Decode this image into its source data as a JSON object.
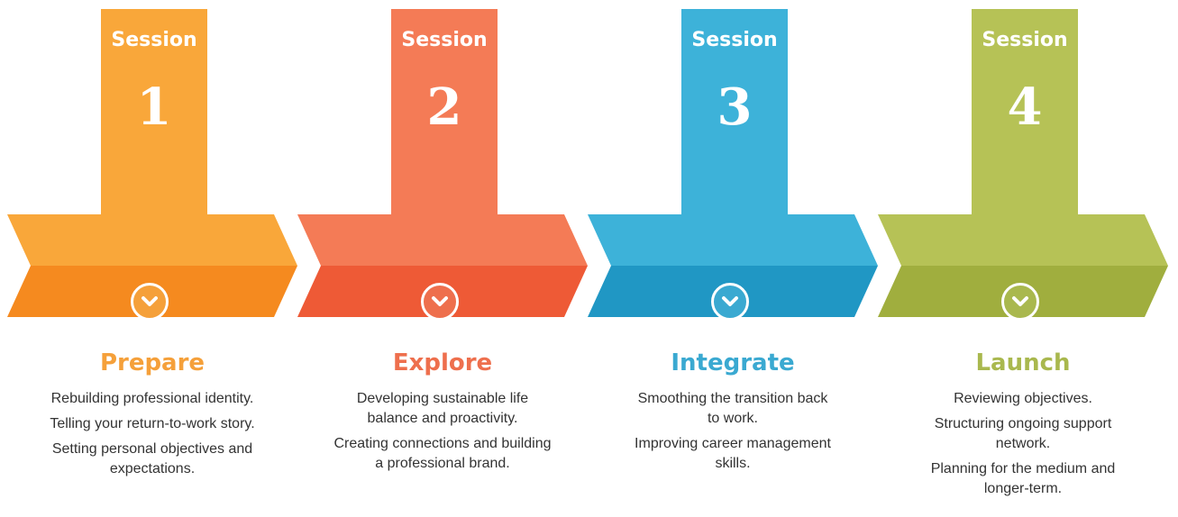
{
  "sessions": [
    {
      "heading": "Session",
      "number": "1",
      "title": "Prepare",
      "items": [
        "Rebuilding professional identity.",
        "Telling your return-to-work story.",
        "Setting personal objectives and expectations."
      ],
      "colors": {
        "light": "#F9A73A",
        "dark": "#F58A1F",
        "title": "#F5A03A"
      }
    },
    {
      "heading": "Session",
      "number": "2",
      "title": "Explore",
      "items": [
        "Developing sustainable life balance and proactivity.",
        "Creating connections and building a professional brand."
      ],
      "colors": {
        "light": "#F47B56",
        "dark": "#EE5A36",
        "title": "#EE6F4D"
      }
    },
    {
      "heading": "Session",
      "number": "3",
      "title": "Integrate",
      "items": [
        "Smoothing the transition back to work.",
        "Improving career management skills."
      ],
      "colors": {
        "light": "#3DB2D9",
        "dark": "#2097C4",
        "title": "#3AA9D1"
      }
    },
    {
      "heading": "Session",
      "number": "4",
      "title": "Launch",
      "items": [
        "Reviewing objectives.",
        "Structuring ongoing support network.",
        "Planning for the medium and longer-term."
      ],
      "colors": {
        "light": "#B6C256",
        "dark": "#A0AE3E",
        "title": "#A9B84E"
      }
    }
  ],
  "icons": {
    "badge": "chevron-down-circle-icon"
  }
}
